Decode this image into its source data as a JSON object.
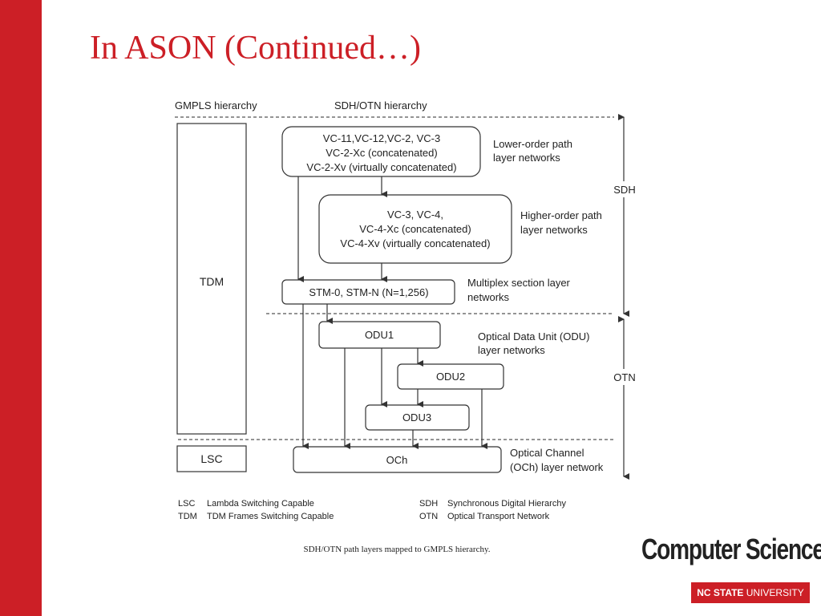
{
  "slide": {
    "title": "In ASON (Continued…)",
    "accent_color": "#cc1f26"
  },
  "diagram": {
    "headers": {
      "gmpls": "GMPLS hierarchy",
      "sdh_otn": "SDH/OTN hierarchy"
    },
    "gmpls_boxes": {
      "tdm": "TDM",
      "lsc": "LSC"
    },
    "lower_order_box": [
      "VC-11,VC-12,VC-2, VC-3",
      "VC-2-Xc (concatenated)",
      "VC-2-Xv (virtually concatenated)"
    ],
    "higher_order_box": [
      "VC-3, VC-4,",
      "VC-4-Xc (concatenated)",
      "VC-4-Xv (virtually concatenated)"
    ],
    "stm_box": "STM-0, STM-N (N=1,256)",
    "odu_boxes": {
      "odu1": "ODU1",
      "odu2": "ODU2",
      "odu3": "ODU3"
    },
    "och_box": "OCh",
    "layer_labels": {
      "lower_order": [
        "Lower-order path",
        "layer networks"
      ],
      "higher_order": [
        "Higher-order path",
        "layer networks"
      ],
      "multiplex": [
        "Multiplex section layer",
        "networks"
      ],
      "odu": [
        "Optical Data Unit (ODU)",
        "layer networks"
      ],
      "och": [
        "Optical Channel",
        "(OCh) layer network"
      ]
    },
    "ranges": {
      "sdh": "SDH",
      "otn": "OTN"
    },
    "legend": [
      {
        "abbr": "LSC",
        "text": "Lambda Switching Capable"
      },
      {
        "abbr": "TDM",
        "text": "TDM Frames Switching Capable"
      },
      {
        "abbr": "SDH",
        "text": "Synchronous Digital Hierarchy"
      },
      {
        "abbr": "OTN",
        "text": "Optical Transport Network"
      }
    ],
    "caption": "SDH/OTN path layers mapped to GMPLS hierarchy."
  },
  "logo": {
    "title": "Computer Science",
    "badge_bold": "NC STATE",
    "badge_rest": " UNIVERSITY"
  }
}
